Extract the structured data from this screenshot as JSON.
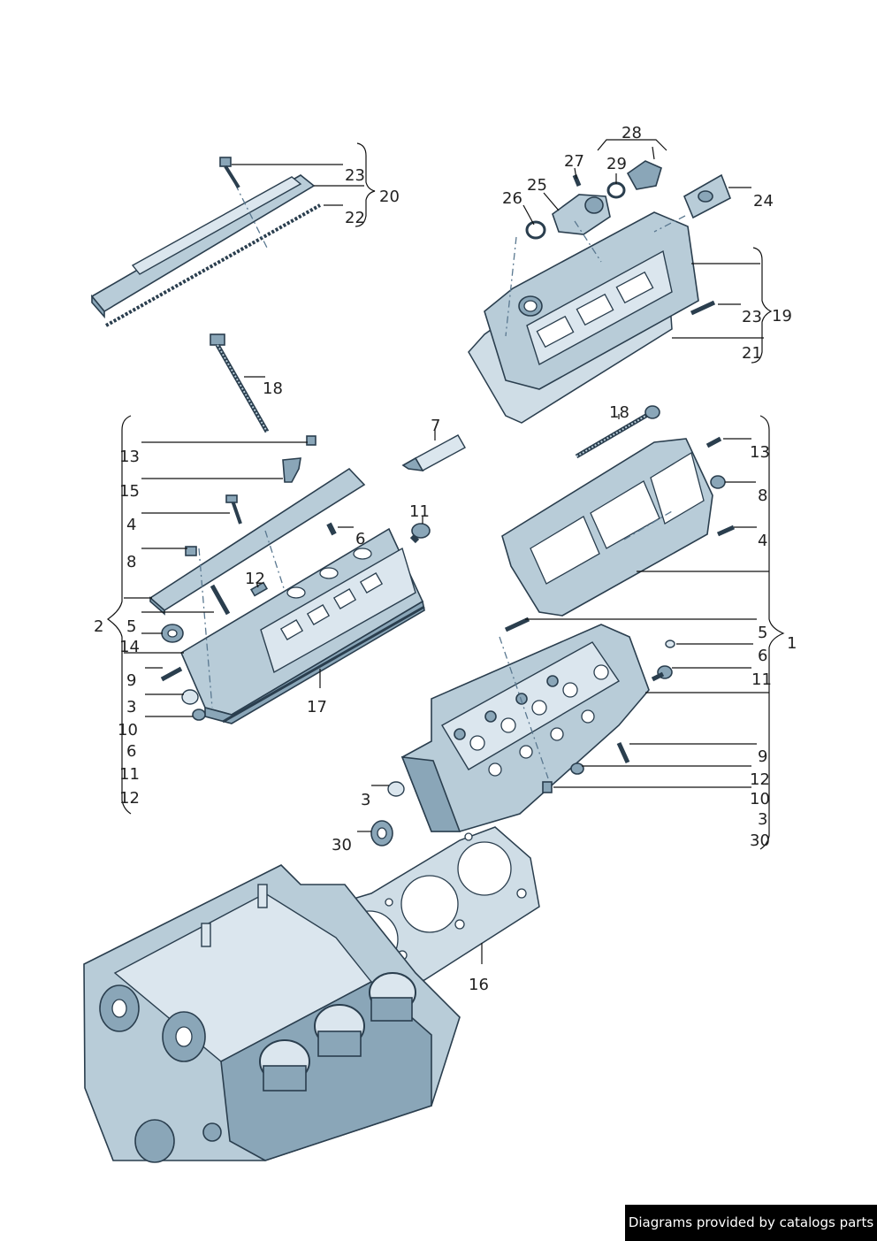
{
  "labels": {
    "l1": "1",
    "l2": "2",
    "l3a": "3",
    "l3b": "3",
    "l3c": "3",
    "l4a": "4",
    "l4b": "4",
    "l5a": "5",
    "l5b": "5",
    "l6a": "6",
    "l6b": "6",
    "l6c": "6",
    "l7": "7",
    "l8a": "8",
    "l8b": "8",
    "l9a": "9",
    "l9b": "9",
    "l10a": "10",
    "l10b": "10",
    "l11a": "11",
    "l11b": "11",
    "l11c": "11",
    "l12a": "12",
    "l12b": "12",
    "l12c": "12",
    "l13a": "13",
    "l13b": "13",
    "l14": "14",
    "l15": "15",
    "l16": "16",
    "l17": "17",
    "l18a": "18",
    "l18b": "18",
    "l19": "19",
    "l20": "20",
    "l21": "21",
    "l22": "22",
    "l23a": "23",
    "l23b": "23",
    "l24": "24",
    "l25": "25",
    "l26": "26",
    "l27": "27",
    "l28": "28",
    "l29": "29",
    "l30a": "30",
    "l30b": "30"
  },
  "footer": {
    "credit": "Diagrams provided by catalogs parts"
  },
  "colors": {
    "part_fill": "#b8ccd8",
    "part_stroke": "#2a3e4e",
    "credit_bg": "#000000"
  }
}
